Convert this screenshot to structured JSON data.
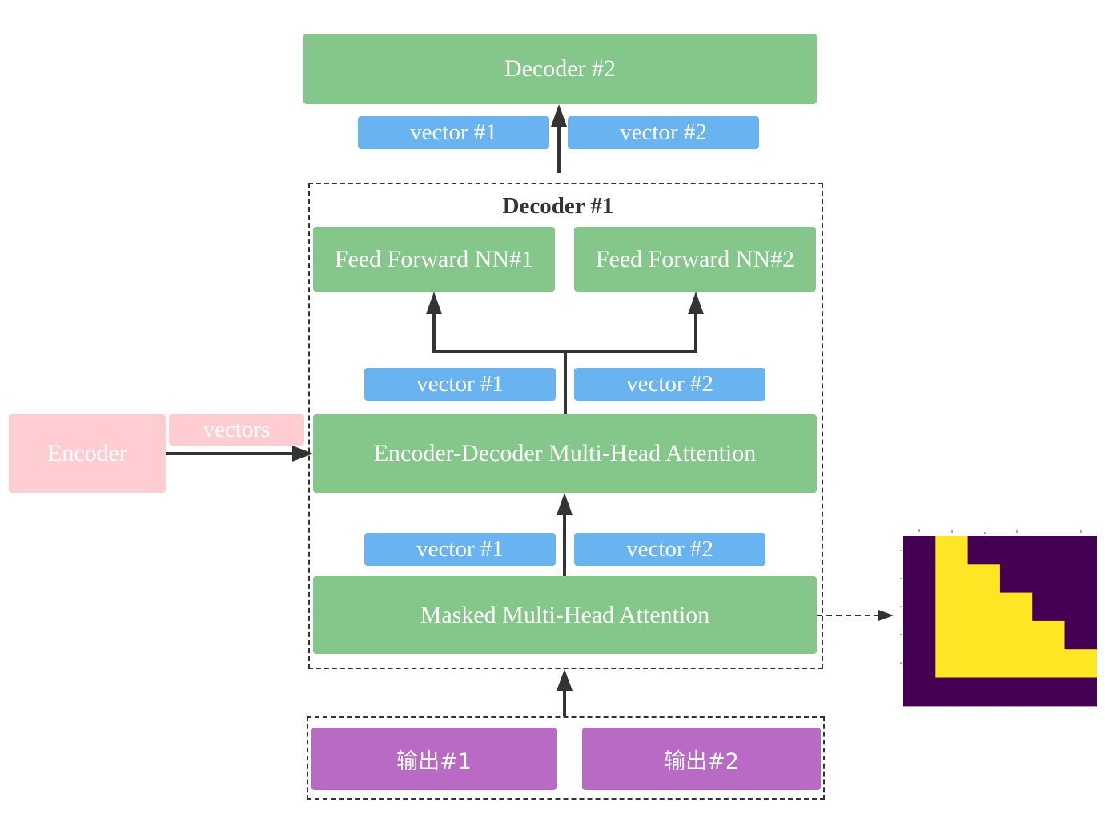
{
  "decoder2": {
    "label": "Decoder #2"
  },
  "top_vectors": [
    {
      "label": "vector #1"
    },
    {
      "label": "vector #2"
    }
  ],
  "decoder1": {
    "title": "Decoder #1",
    "ffn": [
      {
        "label": "Feed Forward NN#1"
      },
      {
        "label": "Feed Forward NN#2"
      }
    ],
    "mid_vectors": [
      {
        "label": "vector #1"
      },
      {
        "label": "vector #2"
      }
    ],
    "enc_dec_attention": {
      "label": "Encoder-Decoder Multi-Head Attention"
    },
    "low_vectors": [
      {
        "label": "vector #1"
      },
      {
        "label": "vector #2"
      }
    ],
    "masked_attention": {
      "label": "Masked Multi-Head Attention"
    }
  },
  "encoder": {
    "label": "Encoder",
    "output_label": "vectors"
  },
  "outputs": [
    {
      "label": "输出#1"
    },
    {
      "label": "输出#2"
    }
  ],
  "mask_matrix": {
    "colors": {
      "masked": "#440154",
      "visible": "#fde725"
    },
    "grid": [
      [
        0,
        1,
        0,
        0,
        0,
        0
      ],
      [
        0,
        1,
        1,
        0,
        0,
        0
      ],
      [
        0,
        1,
        1,
        1,
        0,
        0
      ],
      [
        0,
        1,
        1,
        1,
        1,
        0
      ],
      [
        0,
        1,
        1,
        1,
        1,
        1
      ],
      [
        0,
        0,
        0,
        0,
        0,
        0
      ]
    ]
  },
  "colors": {
    "block": "#85c78a",
    "vector": "#6ab3f1",
    "encoder": "#ffcdd2",
    "output": "#b86ac4",
    "arrow": "#333333"
  }
}
